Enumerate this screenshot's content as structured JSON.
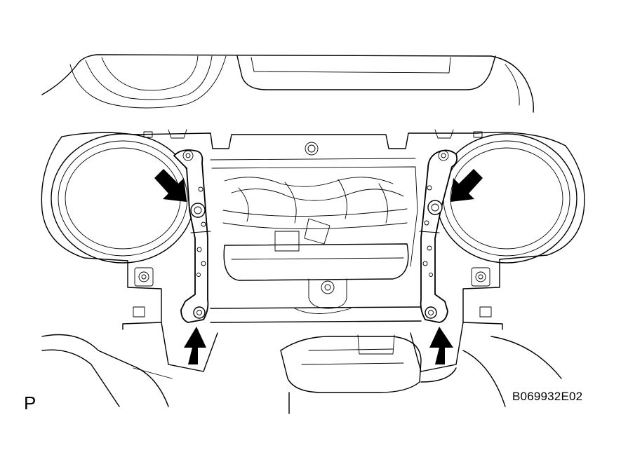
{
  "figure": {
    "view_letter": "P",
    "figure_code": "B069932E02"
  },
  "callouts": [
    {
      "name": "arrow-upper-left-bolt",
      "direction": "down-right"
    },
    {
      "name": "arrow-upper-right-bolt",
      "direction": "down-left"
    },
    {
      "name": "arrow-lower-left-bolt",
      "direction": "up"
    },
    {
      "name": "arrow-lower-right-bolt",
      "direction": "up"
    }
  ],
  "colors": {
    "line": "#000000",
    "background": "#ffffff"
  }
}
